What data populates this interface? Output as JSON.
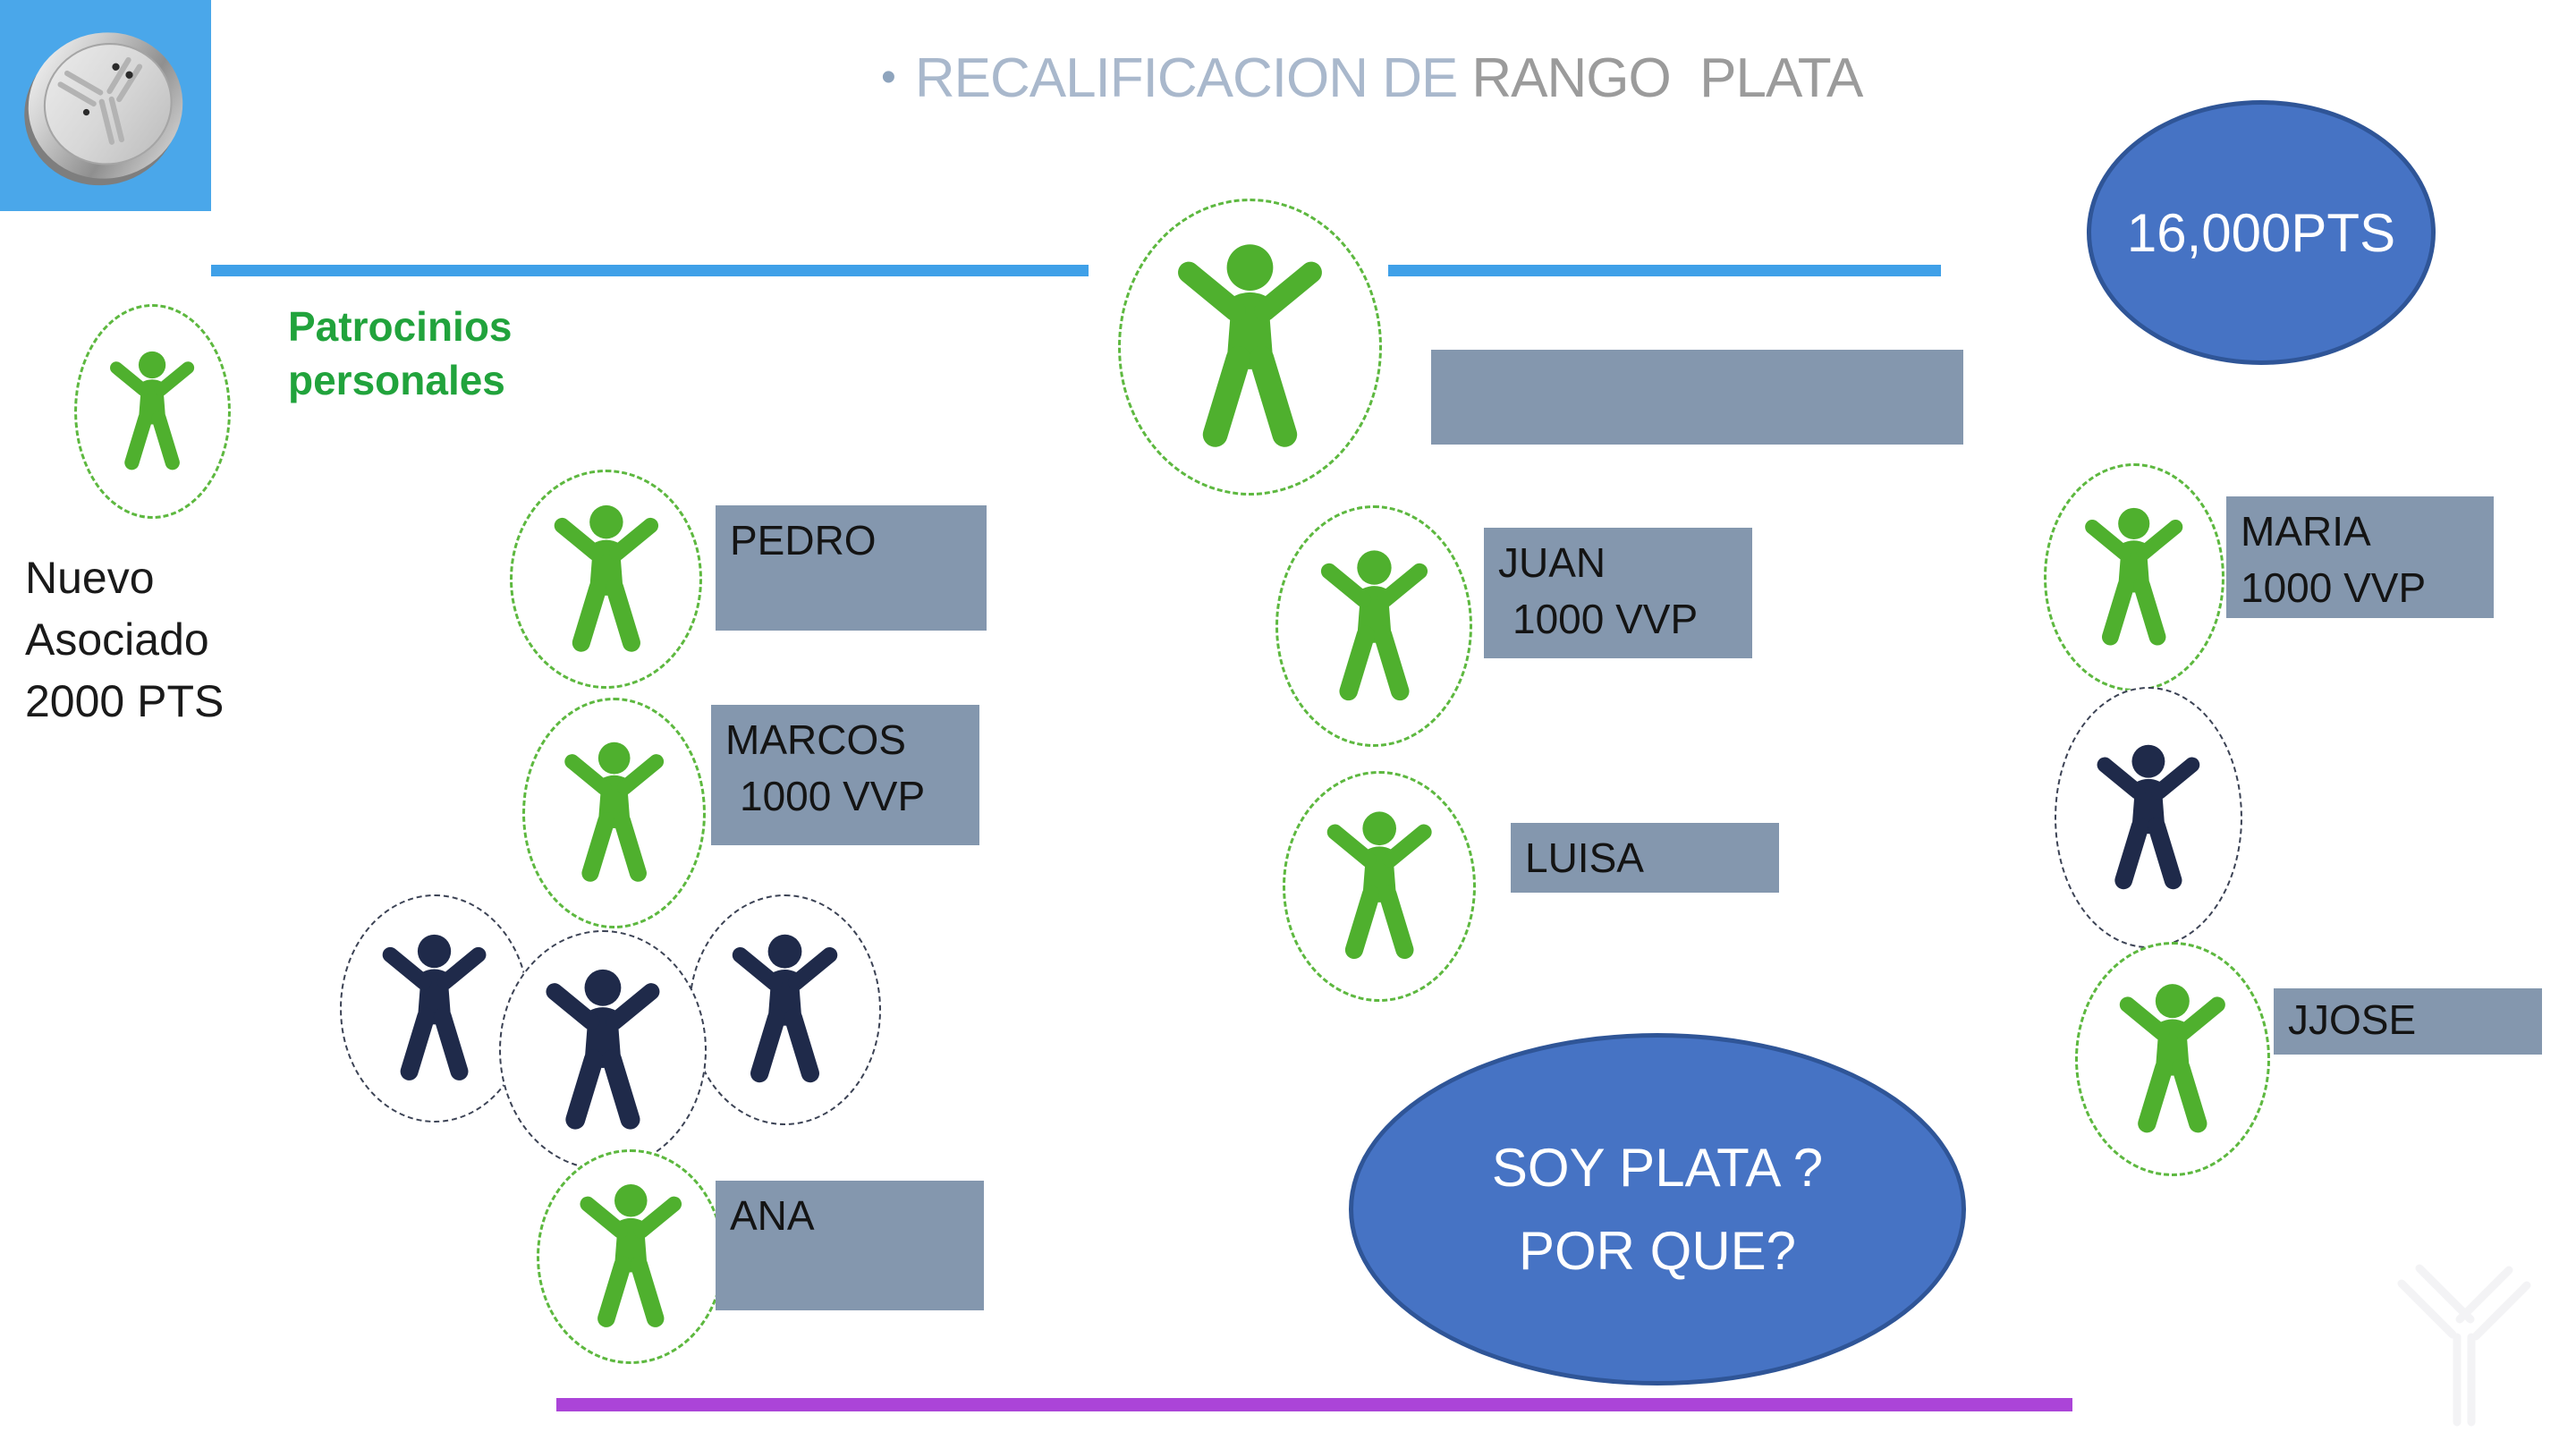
{
  "title": {
    "bullet": "•",
    "primary": "RECALIFICACION DE",
    "secondary": "RANGO  PLATA"
  },
  "sponsor_header": {
    "line1": "Patrocinios",
    "line2": "personales"
  },
  "new_associate": {
    "line1": "Nuevo",
    "line2": "Asociado",
    "line3": "2000 PTS"
  },
  "badges": {
    "points_bubble": "16,000PTS",
    "question_line1": "SOY PLATA ?",
    "question_line2": "POR QUE?"
  },
  "members": {
    "pedro": {
      "name": "PEDRO",
      "vvp": ""
    },
    "marcos": {
      "name": "MARCOS",
      "vvp": "1000 VVP"
    },
    "ana": {
      "name": "ANA",
      "vvp": ""
    },
    "juan": {
      "name": "JUAN",
      "vvp": "1000 VVP"
    },
    "luisa": {
      "name": "LUISA",
      "vvp": ""
    },
    "maria": {
      "name": "MARIA",
      "vvp": "1000 VVP"
    },
    "jjose": {
      "name": "JJOSE",
      "vvp": ""
    }
  },
  "colors": {
    "logo_background": "#4aa7ea",
    "divider_blue": "#3fa0e8",
    "bottom_purple": "#ab44d8",
    "label_box_gray": "#8497ae",
    "bubble_fill": "#4673c4",
    "bubble_border": "#2f5597",
    "green_person": "#4fb02e",
    "dark_person": "#1f2a4a",
    "green_text": "#21a33c",
    "title_primary": "#a9b8cc",
    "title_secondary": "#9b9b9b"
  }
}
